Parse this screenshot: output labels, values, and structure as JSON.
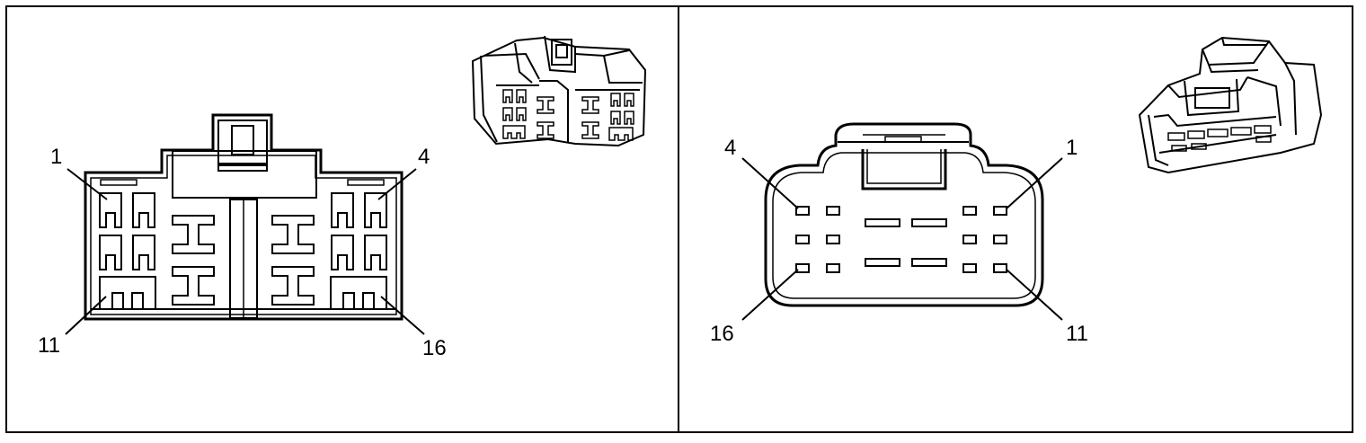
{
  "panels": [
    {
      "id": "left",
      "pin_labels": {
        "top_left": "1",
        "top_right": "4",
        "bottom_left": "11",
        "bottom_right": "16"
      }
    },
    {
      "id": "right",
      "pin_labels": {
        "top_left": "4",
        "top_right": "1",
        "bottom_left": "16",
        "bottom_right": "11"
      }
    }
  ]
}
